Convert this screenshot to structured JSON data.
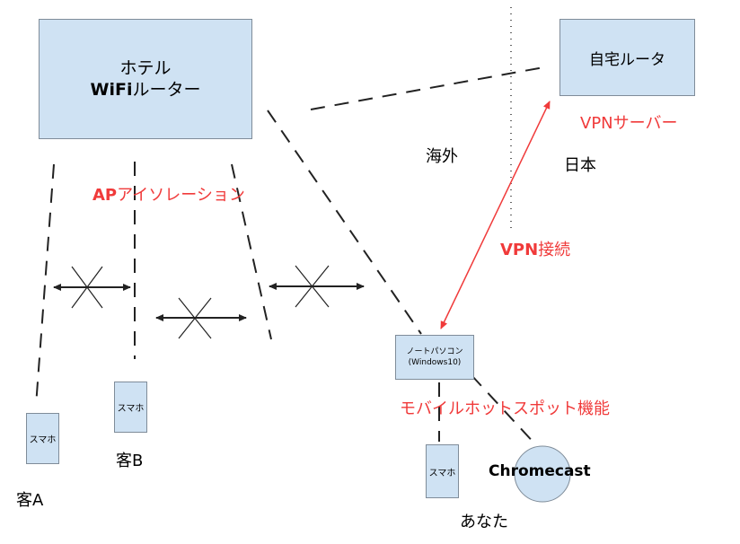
{
  "hotel_router": {
    "line1": "ホテル",
    "line2_bold": "WiFi",
    "line2_rest": "ルーター"
  },
  "home_router": {
    "label": "自宅ルータ"
  },
  "vpn_server": {
    "label": "VPNサーバー"
  },
  "region_overseas": {
    "label": "海外"
  },
  "region_japan": {
    "label": "日本"
  },
  "ap_isolation": {
    "bold": "AP",
    "rest": "アイソレーション"
  },
  "vpn_connection": {
    "bold": "VPN",
    "rest": "接続"
  },
  "laptop": {
    "line1": "ノートパソコン",
    "line2": "(Windows10)"
  },
  "hotspot": {
    "label": "モバイルホットスポット機能"
  },
  "guest_a": {
    "phone": "スマホ",
    "name": "客A"
  },
  "guest_b": {
    "phone": "スマホ",
    "name": "客B"
  },
  "you": {
    "phone": "スマホ",
    "name": "あなた"
  },
  "chromecast": {
    "label": "Chromecast"
  },
  "colors": {
    "box_fill": "#cfe2f3",
    "accent_red": "#f03a3a",
    "line": "#222222"
  }
}
